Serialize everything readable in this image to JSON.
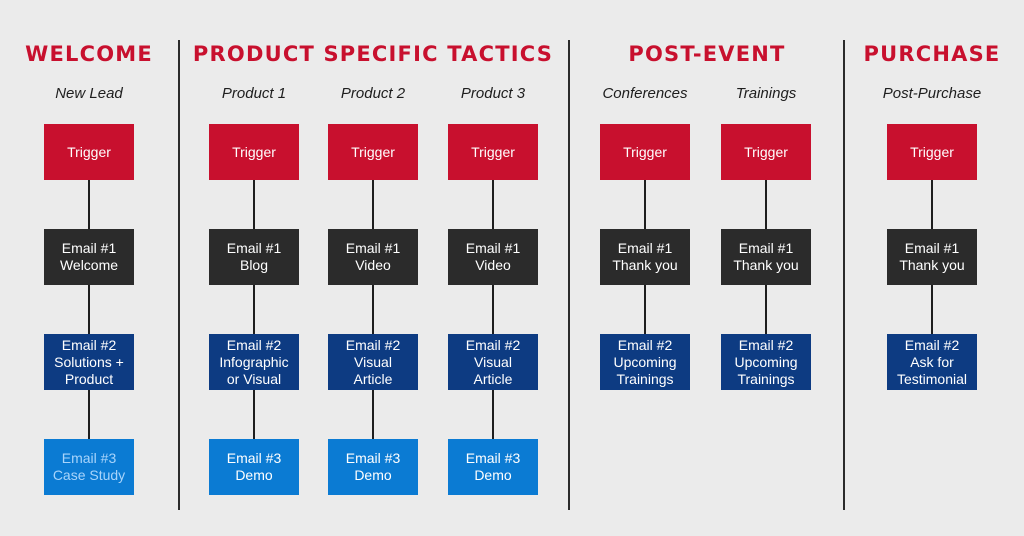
{
  "colors": {
    "title_red": "#c8102e",
    "trigger": "#c8102e",
    "email1": "#2b2b2b",
    "email2": "#0d3b82",
    "email3": "#0b7bd3",
    "email3_case_study_text": "#a8d4fb",
    "divider": "#2b2b2b"
  },
  "sections": [
    {
      "title": "WELCOME"
    },
    {
      "title": "PRODUCT SPECIFIC TACTICS"
    },
    {
      "title": "POST-EVENT"
    },
    {
      "title": "PURCHASE"
    }
  ],
  "columns": [
    {
      "label": "New Lead",
      "boxes": [
        {
          "kind": "trigger",
          "lines": [
            "Trigger"
          ]
        },
        {
          "kind": "email1",
          "lines": [
            "Email #1",
            "Welcome"
          ]
        },
        {
          "kind": "email2",
          "lines": [
            "Email #2",
            "Solutions +",
            "Product"
          ]
        },
        {
          "kind": "email3",
          "lines": [
            "Email #3",
            "Case Study"
          ]
        }
      ]
    },
    {
      "label": "Product 1",
      "boxes": [
        {
          "kind": "trigger",
          "lines": [
            "Trigger"
          ]
        },
        {
          "kind": "email1",
          "lines": [
            "Email #1",
            "Blog"
          ]
        },
        {
          "kind": "email2",
          "lines": [
            "Email #2",
            "Infographic",
            "or Visual"
          ]
        },
        {
          "kind": "email3",
          "lines": [
            "Email #3",
            "Demo"
          ]
        }
      ]
    },
    {
      "label": "Product 2",
      "boxes": [
        {
          "kind": "trigger",
          "lines": [
            "Trigger"
          ]
        },
        {
          "kind": "email1",
          "lines": [
            "Email #1",
            "Video"
          ]
        },
        {
          "kind": "email2",
          "lines": [
            "Email #2",
            "Visual",
            "Article"
          ]
        },
        {
          "kind": "email3",
          "lines": [
            "Email #3",
            "Demo"
          ]
        }
      ]
    },
    {
      "label": "Product 3",
      "boxes": [
        {
          "kind": "trigger",
          "lines": [
            "Trigger"
          ]
        },
        {
          "kind": "email1",
          "lines": [
            "Email #1",
            "Video"
          ]
        },
        {
          "kind": "email2",
          "lines": [
            "Email #2",
            "Visual",
            "Article"
          ]
        },
        {
          "kind": "email3",
          "lines": [
            "Email #3",
            "Demo"
          ]
        }
      ]
    },
    {
      "label": "Conferences",
      "boxes": [
        {
          "kind": "trigger",
          "lines": [
            "Trigger"
          ]
        },
        {
          "kind": "email1",
          "lines": [
            "Email #1",
            "Thank you"
          ]
        },
        {
          "kind": "email2",
          "lines": [
            "Email #2",
            "Upcoming",
            "Trainings"
          ]
        }
      ]
    },
    {
      "label": "Trainings",
      "boxes": [
        {
          "kind": "trigger",
          "lines": [
            "Trigger"
          ]
        },
        {
          "kind": "email1",
          "lines": [
            "Email #1",
            "Thank you"
          ]
        },
        {
          "kind": "email2",
          "lines": [
            "Email #2",
            "Upcoming",
            "Trainings"
          ]
        }
      ]
    },
    {
      "label": "Post-Purchase",
      "boxes": [
        {
          "kind": "trigger",
          "lines": [
            "Trigger"
          ]
        },
        {
          "kind": "email1",
          "lines": [
            "Email #1",
            "Thank you"
          ]
        },
        {
          "kind": "email2",
          "lines": [
            "Email #2",
            "Ask for",
            "Testimonial"
          ]
        }
      ]
    }
  ]
}
